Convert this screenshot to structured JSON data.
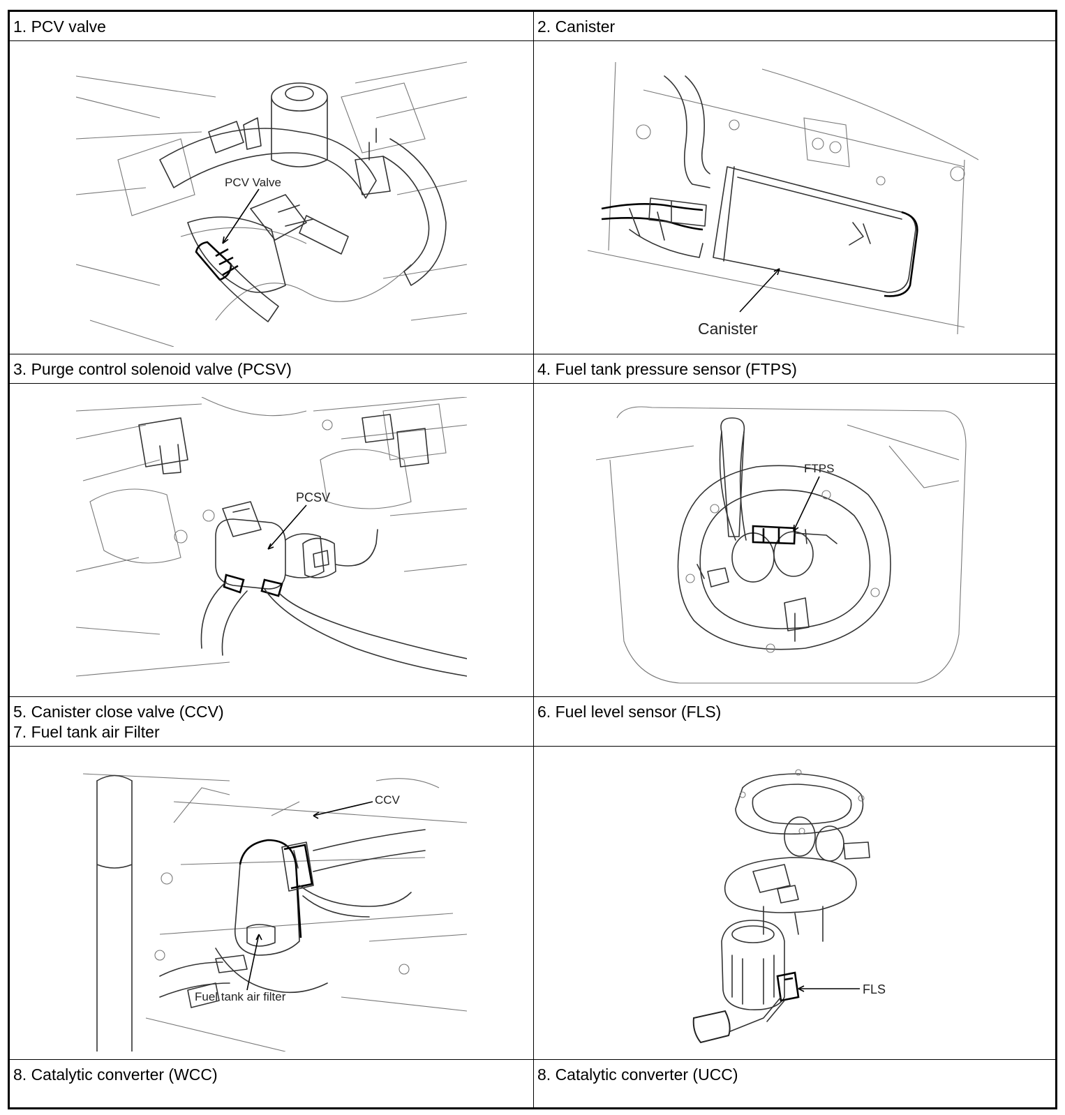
{
  "cells": [
    {
      "caption": "1. PCV valve",
      "callouts": [
        "PCV Valve"
      ]
    },
    {
      "caption": "2. Canister",
      "callouts": [
        "Canister"
      ]
    },
    {
      "caption": "3. Purge control solenoid valve (PCSV)",
      "callouts": [
        "PCSV"
      ]
    },
    {
      "caption": "4. Fuel tank pressure sensor (FTPS)",
      "callouts": [
        "FTPS"
      ]
    },
    {
      "caption": "5. Canister close valve (CCV)",
      "caption2": "7. Fuel tank air Filter",
      "callouts": [
        "CCV",
        "Fuel tank air filter"
      ]
    },
    {
      "caption": "6. Fuel level sensor (FLS)",
      "callouts": [
        "FLS"
      ]
    },
    {
      "caption": "8. Catalytic converter (WCC)",
      "callouts": []
    },
    {
      "caption": "8. Catalytic converter (UCC)",
      "callouts": []
    }
  ]
}
